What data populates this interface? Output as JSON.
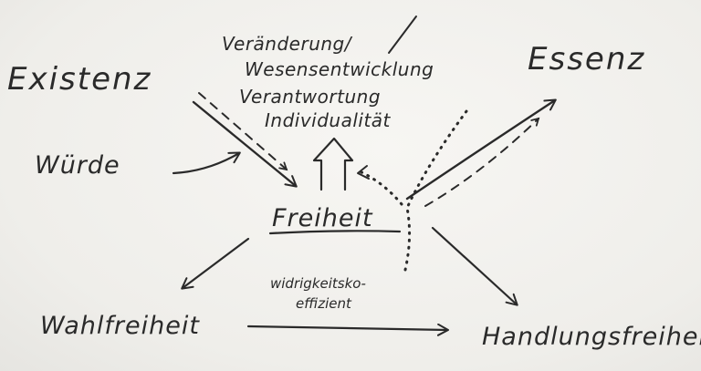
{
  "labels": {
    "existenz": "Existenz",
    "wuerde": "Würde",
    "essenz": "Essenz",
    "veraenderung": "Veränderung/",
    "wesensentwicklung": "Wesensentwicklung",
    "verantwortung": "Verantwortung",
    "individualitaet": "Individualität",
    "freiheit": "Freiheit",
    "wahlfreiheit": "Wahlfreiheit",
    "handlungsfreiheit": "Handlungsfreiheit",
    "widrigkeitskoeffizient_1": "widrigkeitsko-",
    "widrigkeitskoeffizient_2": "effizient"
  },
  "colors": {
    "ink": "#2a2a2a",
    "paper": "#f3f2ef"
  }
}
